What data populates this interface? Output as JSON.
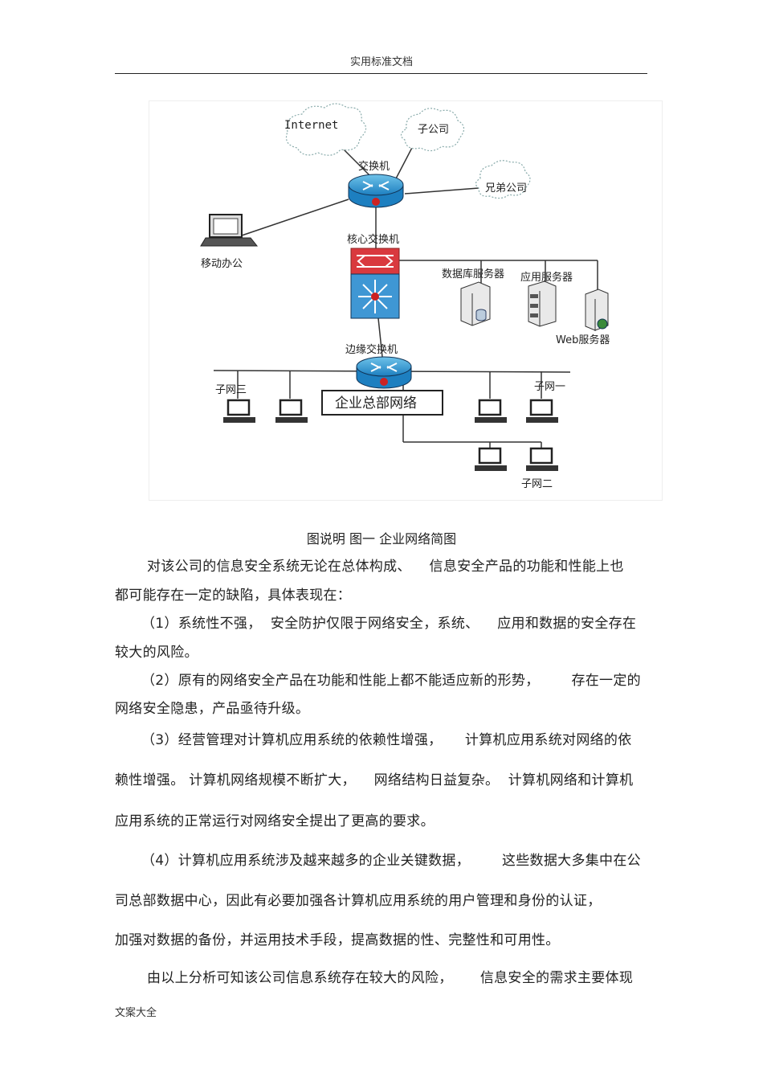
{
  "header": {
    "title": "实用标准文档"
  },
  "figure": {
    "labels": {
      "internet": "Internet",
      "subsidiary": "子公司",
      "switch": "交换机",
      "sibling_company": "兄弟公司",
      "mobile_office": "移动办公",
      "core_switch": "核心交换机",
      "db_server": "数据库服务器",
      "app_server": "应用服务器",
      "web_server": "Web服务器",
      "edge_switch": "边缘交换机",
      "subnet3": "子网三",
      "subnet1": "子网一",
      "subnet2": "子网二",
      "hq_network": "企业总部网络"
    }
  },
  "caption": "图说明    图一    企业网络简图",
  "body_lines": [
    "对该公司的信息安全系统无论在总体构成、    信息安全产品的功能和性能上也",
    "都可能存在一定的缺陷，具体表现在：",
    "（1）系统性不强，  安全防护仅限于网络安全，系统、    应用和数据的安全存在",
    "较大的风险。",
    "（2）原有的网络安全产品在功能和性能上都不能适应新的形势，       存在一定的",
    "网络安全隐患，产品亟待升级。",
    "（3）经营管理对计算机应用系统的依赖性增强，     计算机应用系统对网络的依",
    "赖性增强。 计算机网络规模不断扩大，    网络结构日益复杂。  计算机网络和计算机",
    "应用系统的正常运行对网络安全提出了更高的要求。",
    "（4）计算机应用系统涉及越来越多的企业关键数据，       这些数据大多集中在公",
    "司总部数据中心，因此有必要加强各计算机应用系统的用户管理和身份的认证，",
    "加强对数据的备份，并运用技术手段，提高数据的性、完整性和可用性。",
    "由以上分析可知该公司信息系统存在较大的风险，      信息安全的需求主要体现"
  ],
  "footer": "文案大全"
}
